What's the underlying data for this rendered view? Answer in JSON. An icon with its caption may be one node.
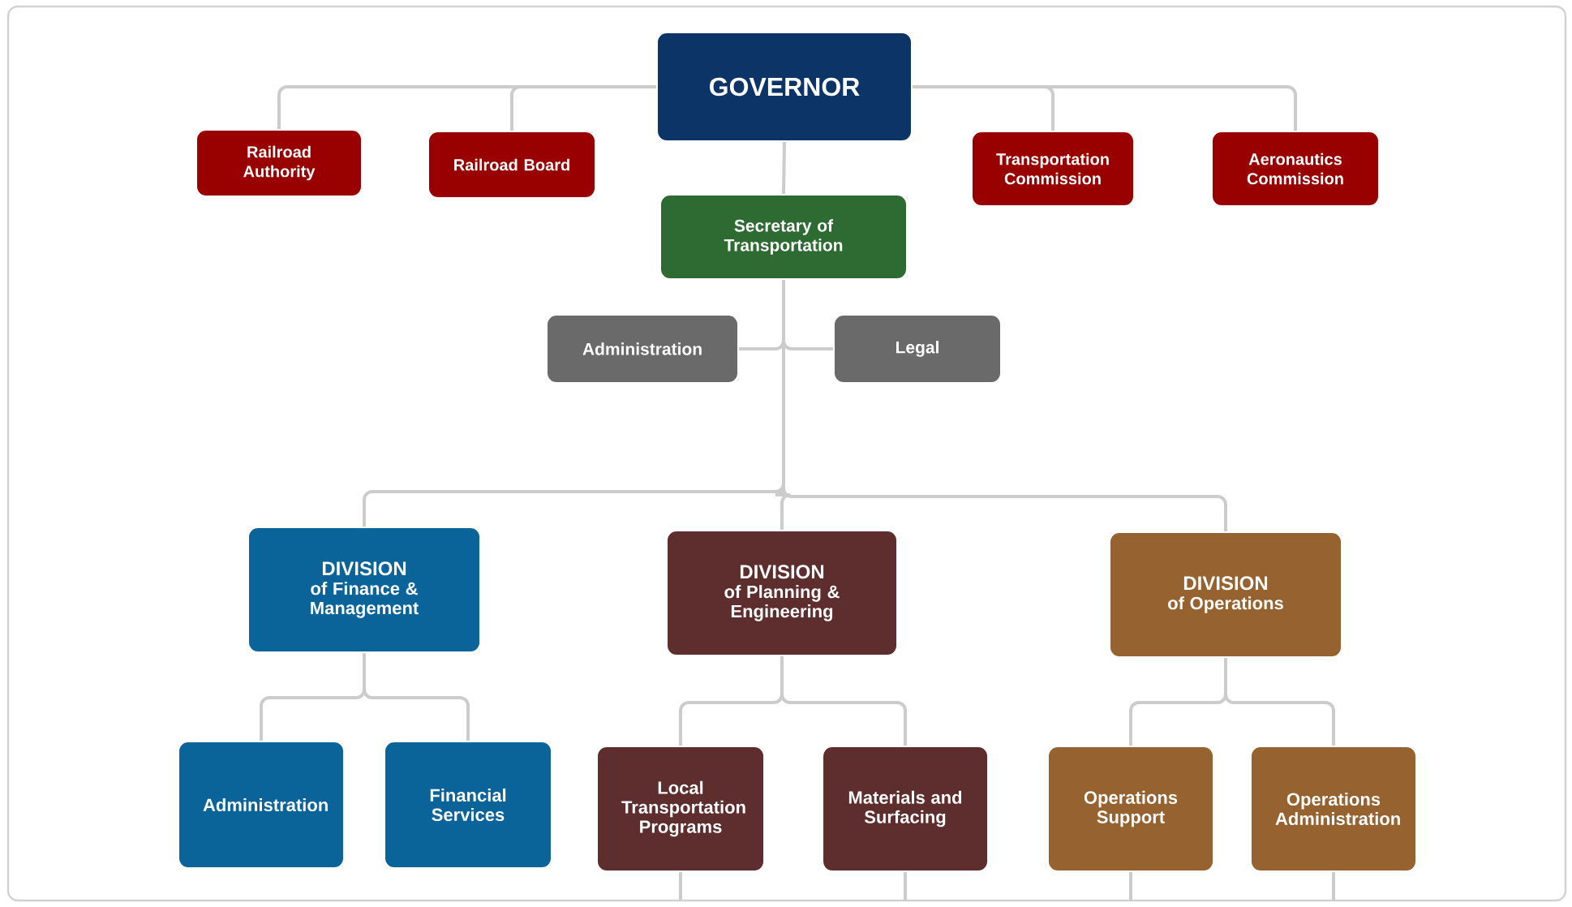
{
  "diagram": {
    "nodes": [
      {
        "text": [
          "GOVERNOR"
        ]
      },
      {
        "text": [
          "Railroad Authority"
        ]
      },
      {
        "text": [
          "Railroad Board"
        ]
      },
      {
        "text": [
          "Transportation Commission"
        ]
      },
      {
        "text": [
          "Aeronautics Commission"
        ]
      },
      {
        "text": [
          "Secretary of Transportation"
        ]
      },
      {
        "text": [
          "Administration"
        ]
      },
      {
        "text": [
          "Legal"
        ]
      },
      {
        "text": [
          "DIVISION",
          "of Finance & Management"
        ]
      },
      {
        "text": [
          "DIVISION",
          "of Planning & Engineering"
        ]
      },
      {
        "text": [
          "DIVISION",
          "of Operations"
        ]
      },
      {
        "text": [
          "Administration"
        ]
      },
      {
        "text": [
          "Financial Services"
        ]
      },
      {
        "text": [
          "Local Transportation Programs"
        ]
      },
      {
        "text": [
          "Materials and Surfacing"
        ]
      },
      {
        "text": [
          "Operations Support"
        ]
      },
      {
        "text": [
          "Operations Administration"
        ]
      }
    ],
    "edges": [
      {
        "from": 0,
        "to": 1,
        "arrow": "none"
      },
      {
        "from": 0,
        "to": 2,
        "arrow": "none"
      },
      {
        "from": 0,
        "to": 3,
        "arrow": "none"
      },
      {
        "from": 0,
        "to": 4,
        "arrow": "none"
      },
      {
        "from": 0,
        "to": 5,
        "arrow": "none"
      },
      {
        "from": 5,
        "to": 6,
        "arrow": "none"
      },
      {
        "from": 5,
        "to": 7,
        "arrow": "none"
      },
      {
        "from": 5,
        "to": 8,
        "arrow": "none"
      },
      {
        "from": 5,
        "to": 9,
        "arrow": "none"
      },
      {
        "from": 5,
        "to": 10,
        "arrow": "none"
      },
      {
        "from": 8,
        "to": 11,
        "arrow": "none"
      },
      {
        "from": 8,
        "to": 12,
        "arrow": "none"
      },
      {
        "from": 9,
        "to": 13,
        "arrow": "none"
      },
      {
        "from": 9,
        "to": 14,
        "arrow": "none"
      },
      {
        "from": 10,
        "to": 15,
        "arrow": "none"
      },
      {
        "from": 10,
        "to": 16,
        "arrow": "none"
      },
      {
        "from": 13,
        "to": null,
        "arrow": "none"
      },
      {
        "from": 14,
        "to": null,
        "arrow": "none"
      },
      {
        "from": 15,
        "to": null,
        "arrow": "none"
      },
      {
        "from": 16,
        "to": null,
        "arrow": "none"
      }
    ]
  }
}
